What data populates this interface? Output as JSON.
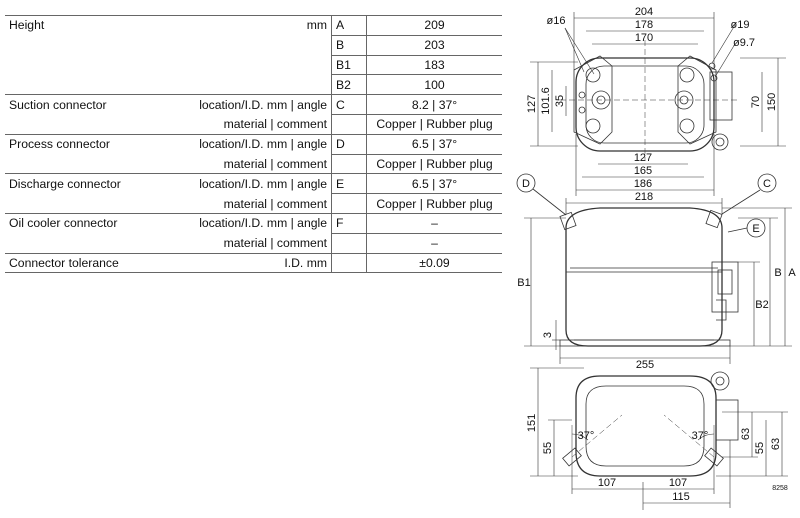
{
  "table": {
    "rows": [
      {
        "label": "Height",
        "unit": "mm",
        "code": "A",
        "value": "209"
      },
      {
        "label": "",
        "unit": "",
        "code": "B",
        "value": "203"
      },
      {
        "label": "",
        "unit": "",
        "code": "B1",
        "value": "183"
      },
      {
        "label": "",
        "unit": "",
        "code": "B2",
        "value": "100"
      },
      {
        "label": "Suction connector",
        "unit": "location/I.D. mm | angle",
        "code": "C",
        "value": "8.2 | 37°"
      },
      {
        "label": "",
        "unit": "material | comment",
        "code": "",
        "value": "Copper | Rubber plug"
      },
      {
        "label": "Process connector",
        "unit": "location/I.D. mm | angle",
        "code": "D",
        "value": "6.5 | 37°"
      },
      {
        "label": "",
        "unit": "material | comment",
        "code": "",
        "value": "Copper | Rubber plug"
      },
      {
        "label": "Discharge connector",
        "unit": "location/I.D. mm | angle",
        "code": "E",
        "value": "6.5 | 37°"
      },
      {
        "label": "",
        "unit": "material | comment",
        "code": "",
        "value": "Copper | Rubber plug"
      },
      {
        "label": "Oil cooler connector",
        "unit": "location/I.D. mm | angle",
        "code": "F",
        "value": "–"
      },
      {
        "label": "",
        "unit": "material | comment",
        "code": "",
        "value": "–"
      },
      {
        "label": "Connector tolerance",
        "unit": "I.D. mm",
        "code": "",
        "value": "±0.09"
      }
    ]
  },
  "drawing": {
    "top": {
      "d_204": "204",
      "d_178": "178",
      "d_170": "170",
      "d_127": "127",
      "d_165": "165",
      "d_186": "186",
      "d_phi16": "ø16",
      "d_phi19": "ø19",
      "d_phi97": "ø9.7",
      "d_127v": "127",
      "d_1016": "101.6",
      "d_35": "35",
      "d_70": "70",
      "d_150": "150"
    },
    "side": {
      "d_218": "218",
      "d_255": "255",
      "label_D": "D",
      "label_C": "C",
      "label_E": "E",
      "label_B1": "B1",
      "label_B": "B",
      "label_A": "A",
      "label_B2": "B2",
      "d_3": "3"
    },
    "bottom": {
      "d_151": "151",
      "d_55": "55",
      "d_37a": "37°",
      "d_37b": "37°",
      "d_63": "63",
      "d_55r": "55",
      "d_63r": "63",
      "d_107a": "107",
      "d_107b": "107",
      "d_115": "115"
    },
    "ref": "8258"
  }
}
